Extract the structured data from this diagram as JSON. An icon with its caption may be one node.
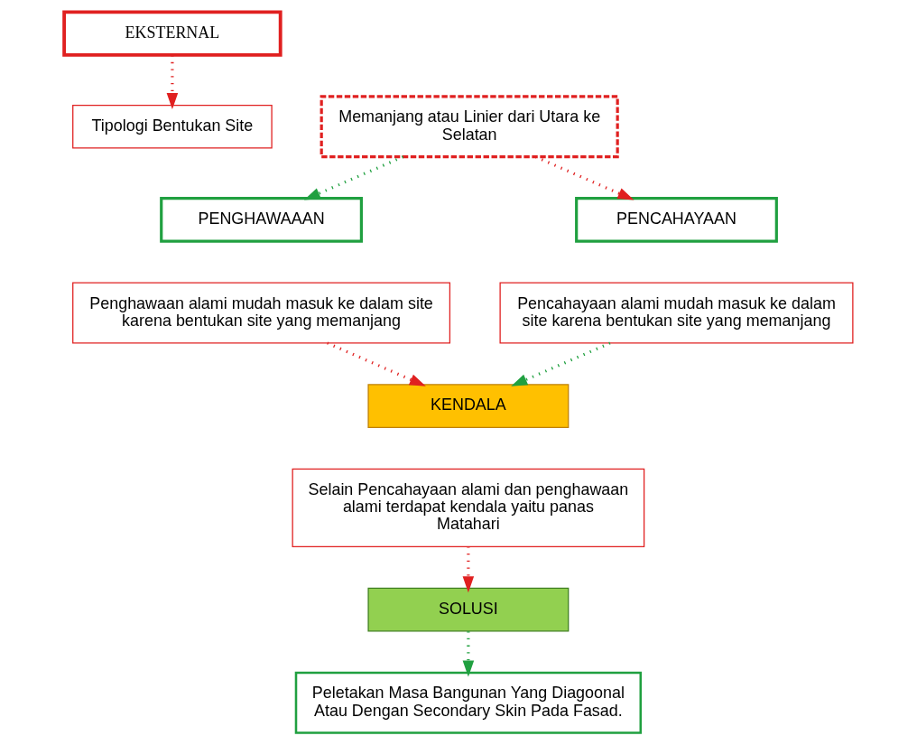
{
  "diagram": {
    "nodes": [
      {
        "text": [
          "EKSTERNAL"
        ]
      },
      {
        "text": [
          "Tipologi Bentukan Site"
        ]
      },
      {
        "text": [
          "Memanjang atau Linier dari Utara ke Selatan"
        ]
      },
      {
        "text": [
          "PENGHAWAAAN"
        ]
      },
      {
        "text": [
          "Penghawaan alami mudah masuk ke dalam site karena bentukan site yang memanjang"
        ]
      },
      {
        "text": [
          "PENCAHAYAAN"
        ]
      },
      {
        "text": [
          "Pencahayaan alami mudah masuk ke dalam site karena bentukan site yang memanjang"
        ]
      },
      {
        "text": [
          "KENDALA"
        ]
      },
      {
        "text": [
          "Selain Pencahayaan alami dan penghawaan alami terdapat kendala yaitu panas Matahari"
        ]
      },
      {
        "text": [
          "SOLUSI"
        ]
      },
      {
        "text": [
          "Peletakan Masa Bangunan Yang Diagoonal Atau Dengan Secondary Skin Pada Fasad."
        ]
      }
    ],
    "edges": [
      {
        "from": 0,
        "to": 1,
        "arrow": "to",
        "style": "dashed",
        "color": "#e02020"
      },
      {
        "from": 2,
        "to": 3,
        "arrow": "to",
        "style": "dashed",
        "color": "#20a040"
      },
      {
        "from": 2,
        "to": 5,
        "arrow": "to",
        "style": "dashed",
        "color": "#e02020"
      },
      {
        "from": 4,
        "to": 7,
        "arrow": "to",
        "style": "dashed",
        "color": "#e02020"
      },
      {
        "from": 6,
        "to": 7,
        "arrow": "to",
        "style": "dashed",
        "color": "#20a040"
      },
      {
        "from": 8,
        "to": 9,
        "arrow": "to",
        "style": "dashed",
        "color": "#e02020"
      },
      {
        "from": 9,
        "to": 10,
        "arrow": "to",
        "style": "dashed",
        "color": "#20a040"
      }
    ]
  }
}
